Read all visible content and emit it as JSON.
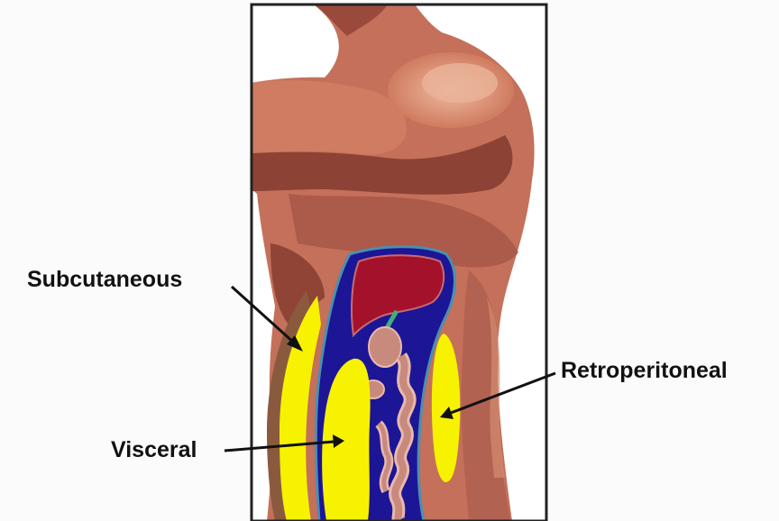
{
  "labels": {
    "subcutaneous": "Subcutaneous",
    "visceral": "Visceral",
    "retroperitoneal": "Retroperitoneal"
  },
  "colors": {
    "background": "#fbfbfb",
    "frame": "#222222",
    "skin_light": "#e2a083",
    "skin_mid": "#bf6f56",
    "skin_dark": "#7d3c2f",
    "fat": "#f7f200",
    "cavity": "#1c1596",
    "liver": "#a3122a",
    "bile_duct": "#3fae7a",
    "organ": "#c88a7c",
    "arrow": "#111111"
  },
  "icons": {
    "body": "human-torso-cross-section"
  }
}
